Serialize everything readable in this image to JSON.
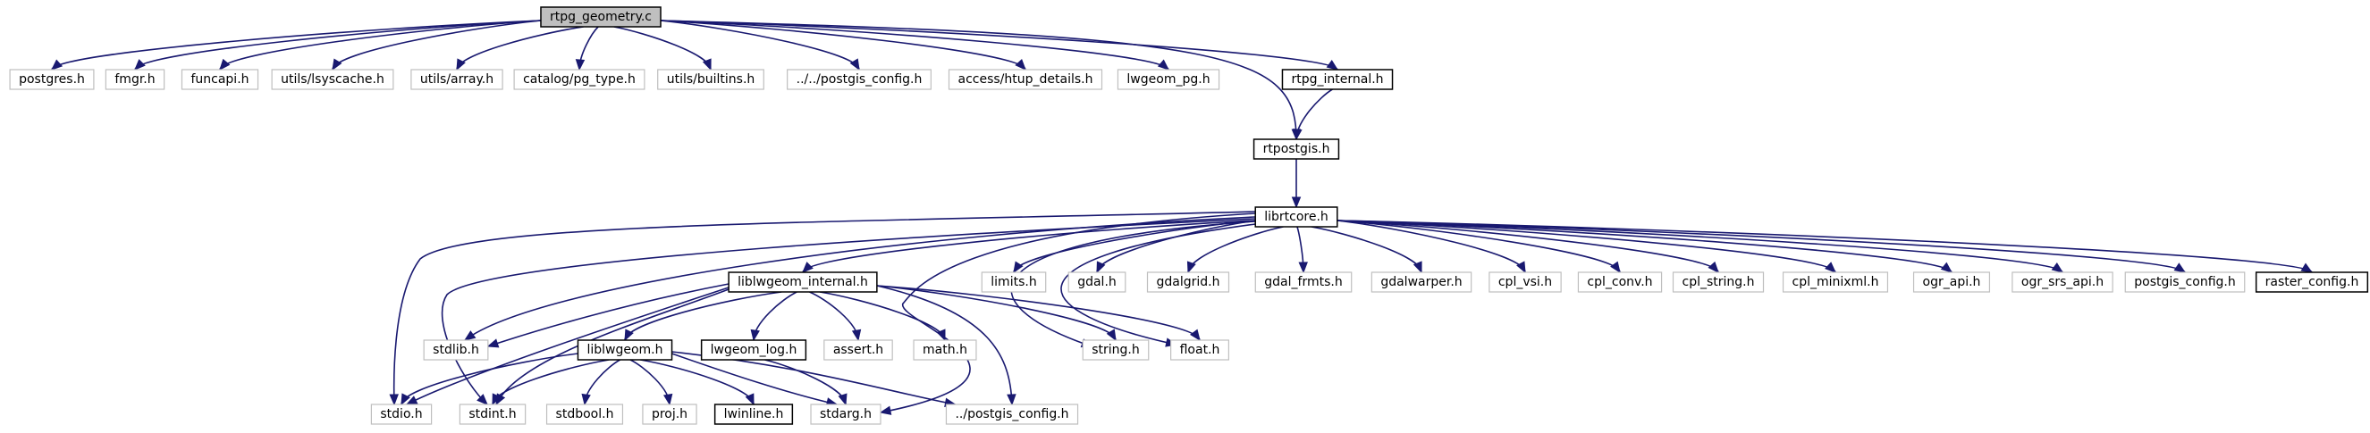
{
  "diagram": {
    "nodes": [
      {
        "id": "rtpg_geometry",
        "label": "rtpg_geometry.c",
        "kind": "root"
      },
      {
        "id": "postgres",
        "label": "postgres.h",
        "kind": "external"
      },
      {
        "id": "fmgr",
        "label": "fmgr.h",
        "kind": "external"
      },
      {
        "id": "funcapi",
        "label": "funcapi.h",
        "kind": "external"
      },
      {
        "id": "lsyscache",
        "label": "utils/lsyscache.h",
        "kind": "external"
      },
      {
        "id": "array",
        "label": "utils/array.h",
        "kind": "external"
      },
      {
        "id": "pg_type",
        "label": "catalog/pg_type.h",
        "kind": "external"
      },
      {
        "id": "builtins",
        "label": "utils/builtins.h",
        "kind": "external"
      },
      {
        "id": "postgis_config_up2",
        "label": "../../postgis_config.h",
        "kind": "external"
      },
      {
        "id": "htup_details",
        "label": "access/htup_details.h",
        "kind": "external"
      },
      {
        "id": "lwgeom_pg",
        "label": "lwgeom_pg.h",
        "kind": "external"
      },
      {
        "id": "rtpg_internal",
        "label": "rtpg_internal.h",
        "kind": "linked"
      },
      {
        "id": "rtpostgis",
        "label": "rtpostgis.h",
        "kind": "linked"
      },
      {
        "id": "librtcore",
        "label": "librtcore.h",
        "kind": "linked"
      },
      {
        "id": "liblwgeom_internal",
        "label": "liblwgeom_internal.h",
        "kind": "linked"
      },
      {
        "id": "limits",
        "label": "limits.h",
        "kind": "external"
      },
      {
        "id": "gdal",
        "label": "gdal.h",
        "kind": "external"
      },
      {
        "id": "gdalgrid",
        "label": "gdalgrid.h",
        "kind": "external"
      },
      {
        "id": "gdal_frmts",
        "label": "gdal_frmts.h",
        "kind": "external"
      },
      {
        "id": "gdalwarper",
        "label": "gdalwarper.h",
        "kind": "external"
      },
      {
        "id": "cpl_vsi",
        "label": "cpl_vsi.h",
        "kind": "external"
      },
      {
        "id": "cpl_conv",
        "label": "cpl_conv.h",
        "kind": "external"
      },
      {
        "id": "cpl_string",
        "label": "cpl_string.h",
        "kind": "external"
      },
      {
        "id": "cpl_minixml",
        "label": "cpl_minixml.h",
        "kind": "external"
      },
      {
        "id": "ogr_api",
        "label": "ogr_api.h",
        "kind": "external"
      },
      {
        "id": "ogr_srs_api",
        "label": "ogr_srs_api.h",
        "kind": "external"
      },
      {
        "id": "postgis_config",
        "label": "postgis_config.h",
        "kind": "external"
      },
      {
        "id": "raster_config",
        "label": "raster_config.h",
        "kind": "linked"
      },
      {
        "id": "stdlib",
        "label": "stdlib.h",
        "kind": "external"
      },
      {
        "id": "liblwgeom",
        "label": "liblwgeom.h",
        "kind": "linked"
      },
      {
        "id": "lwgeom_log",
        "label": "lwgeom_log.h",
        "kind": "linked"
      },
      {
        "id": "assert",
        "label": "assert.h",
        "kind": "external"
      },
      {
        "id": "math",
        "label": "math.h",
        "kind": "external"
      },
      {
        "id": "string",
        "label": "string.h",
        "kind": "external"
      },
      {
        "id": "float",
        "label": "float.h",
        "kind": "external"
      },
      {
        "id": "stdio",
        "label": "stdio.h",
        "kind": "external"
      },
      {
        "id": "stdint",
        "label": "stdint.h",
        "kind": "external"
      },
      {
        "id": "stdbool",
        "label": "stdbool.h",
        "kind": "external"
      },
      {
        "id": "proj",
        "label": "proj.h",
        "kind": "external"
      },
      {
        "id": "lwinline",
        "label": "lwinline.h",
        "kind": "linked"
      },
      {
        "id": "stdarg",
        "label": "stdarg.h",
        "kind": "external"
      },
      {
        "id": "postgis_config_up1",
        "label": "../postgis_config.h",
        "kind": "external"
      }
    ],
    "edges": [
      {
        "from": "rtpg_geometry",
        "to": "postgres"
      },
      {
        "from": "rtpg_geometry",
        "to": "fmgr"
      },
      {
        "from": "rtpg_geometry",
        "to": "funcapi"
      },
      {
        "from": "rtpg_geometry",
        "to": "lsyscache"
      },
      {
        "from": "rtpg_geometry",
        "to": "array"
      },
      {
        "from": "rtpg_geometry",
        "to": "pg_type"
      },
      {
        "from": "rtpg_geometry",
        "to": "builtins"
      },
      {
        "from": "rtpg_geometry",
        "to": "postgis_config_up2"
      },
      {
        "from": "rtpg_geometry",
        "to": "htup_details"
      },
      {
        "from": "rtpg_geometry",
        "to": "lwgeom_pg"
      },
      {
        "from": "rtpg_geometry",
        "to": "rtpg_internal"
      },
      {
        "from": "rtpg_geometry",
        "to": "rtpostgis"
      },
      {
        "from": "rtpg_internal",
        "to": "rtpostgis"
      },
      {
        "from": "rtpostgis",
        "to": "librtcore"
      },
      {
        "from": "librtcore",
        "to": "liblwgeom_internal"
      },
      {
        "from": "librtcore",
        "to": "limits"
      },
      {
        "from": "librtcore",
        "to": "gdal"
      },
      {
        "from": "librtcore",
        "to": "gdalgrid"
      },
      {
        "from": "librtcore",
        "to": "gdal_frmts"
      },
      {
        "from": "librtcore",
        "to": "gdalwarper"
      },
      {
        "from": "librtcore",
        "to": "cpl_vsi"
      },
      {
        "from": "librtcore",
        "to": "cpl_conv"
      },
      {
        "from": "librtcore",
        "to": "cpl_string"
      },
      {
        "from": "librtcore",
        "to": "cpl_minixml"
      },
      {
        "from": "librtcore",
        "to": "ogr_api"
      },
      {
        "from": "librtcore",
        "to": "ogr_srs_api"
      },
      {
        "from": "librtcore",
        "to": "postgis_config"
      },
      {
        "from": "librtcore",
        "to": "raster_config"
      },
      {
        "from": "librtcore",
        "to": "stdlib"
      },
      {
        "from": "librtcore",
        "to": "stdio"
      },
      {
        "from": "librtcore",
        "to": "stdint"
      },
      {
        "from": "librtcore",
        "to": "string"
      },
      {
        "from": "librtcore",
        "to": "float"
      },
      {
        "from": "librtcore",
        "to": "stdarg"
      },
      {
        "from": "liblwgeom_internal",
        "to": "stdlib"
      },
      {
        "from": "liblwgeom_internal",
        "to": "liblwgeom"
      },
      {
        "from": "liblwgeom_internal",
        "to": "lwgeom_log"
      },
      {
        "from": "liblwgeom_internal",
        "to": "assert"
      },
      {
        "from": "liblwgeom_internal",
        "to": "math"
      },
      {
        "from": "liblwgeom_internal",
        "to": "string"
      },
      {
        "from": "liblwgeom_internal",
        "to": "float"
      },
      {
        "from": "liblwgeom_internal",
        "to": "stdio"
      },
      {
        "from": "liblwgeom_internal",
        "to": "stdint"
      },
      {
        "from": "liblwgeom_internal",
        "to": "postgis_config_up1"
      },
      {
        "from": "liblwgeom",
        "to": "stdio"
      },
      {
        "from": "liblwgeom",
        "to": "stdint"
      },
      {
        "from": "liblwgeom",
        "to": "stdbool"
      },
      {
        "from": "liblwgeom",
        "to": "proj"
      },
      {
        "from": "liblwgeom",
        "to": "lwinline"
      },
      {
        "from": "liblwgeom",
        "to": "stdarg"
      },
      {
        "from": "liblwgeom",
        "to": "postgis_config_up1"
      },
      {
        "from": "lwgeom_log",
        "to": "stdarg"
      }
    ]
  }
}
